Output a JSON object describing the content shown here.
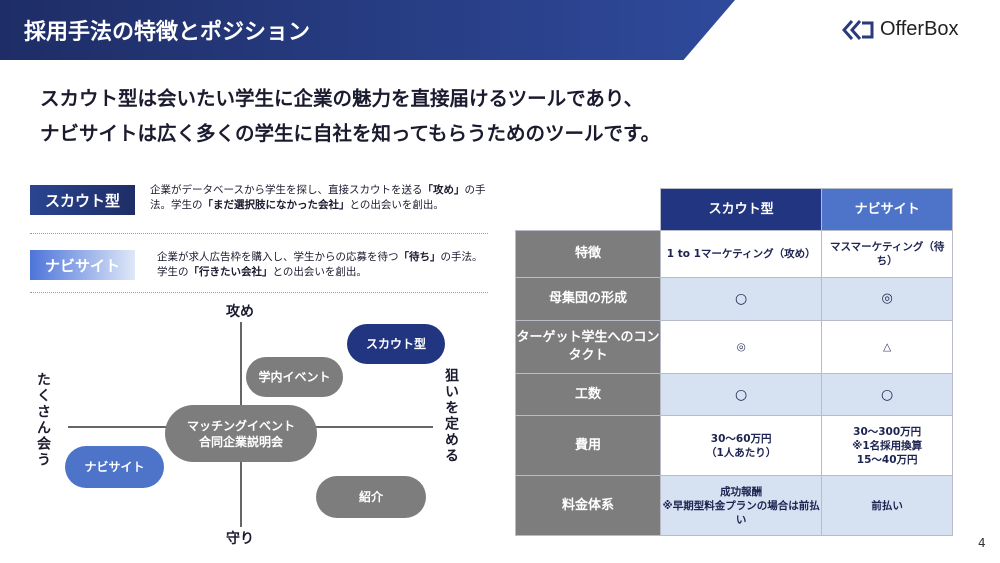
{
  "header": {
    "title": "採用手法の特徴とポジション",
    "logo": "OfferBox"
  },
  "subtitle": [
    "スカウト型は会いたい学生に企業の魅力を直接届けるツールであり、",
    "ナビサイトは広く多くの学生に自社を知ってもらうためのツールです。"
  ],
  "methods": [
    {
      "label": "スカウト型",
      "desc_a": "企業がデータベースから学生を探し、直接スカウトを送る",
      "desc_b": "「攻め」",
      "desc_c": "の手法。学生の",
      "desc_d": "「まだ選択肢になかった会社」",
      "desc_e": "との出会いを創出。"
    },
    {
      "label": "ナビサイト",
      "desc_a": "企業が求人広告枠を購入し、学生からの応募を待つ",
      "desc_b": "「待ち」",
      "desc_c": "の手法。学生の",
      "desc_d": "「行きたい会社」",
      "desc_e": "との出会いを創出。"
    }
  ],
  "quadrant": {
    "top": "攻め",
    "bottom": "守り",
    "left": "たくさん会う",
    "right": "狙いを定める",
    "items": [
      "スカウト型",
      "学内イベント",
      "マッチングイベント",
      "合同企業説明会",
      "ナビサイト",
      "紹介"
    ]
  },
  "table": {
    "headers": [
      "スカウト型",
      "ナビサイト"
    ],
    "rows": [
      {
        "label": "特徴",
        "a": "1 to 1マーケティング（攻め）",
        "b": "マスマーケティング（待ち）"
      },
      {
        "label": "母集団の形成",
        "a": "○",
        "b": "◎"
      },
      {
        "label": "ターゲット学生へのコンタクト",
        "a": "◎",
        "b": "△"
      },
      {
        "label": "工数",
        "a": "○",
        "b": "○"
      },
      {
        "label": "費用",
        "a": "30～60万円",
        "a2": "（1人あたり）",
        "b": "30～300万円",
        "b2": "※1名採用換算",
        "b3": "15～40万円"
      },
      {
        "label": "料金体系",
        "a": "成功報酬",
        "a2": "※早期型料金プランの場合は前払い",
        "b": "前払い"
      }
    ]
  },
  "page_number": "4",
  "colors": {
    "navy": "#223580",
    "blue": "#4d74c9",
    "gray": "#7d7d7d",
    "light": "#d6e1f2"
  }
}
